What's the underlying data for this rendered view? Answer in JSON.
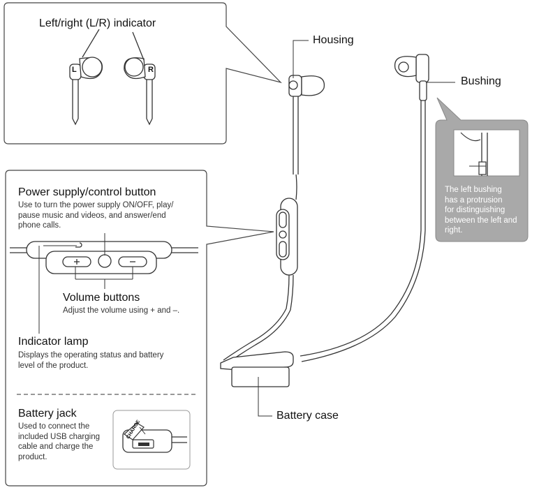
{
  "panels": {
    "lr_indicator": {
      "title": "Left/right (L/R) indicator",
      "left_mark": "L",
      "right_mark": "R"
    },
    "controls": {
      "power_title": "Power supply/control button",
      "power_desc": "Use to turn the power supply ON/OFF, play/\npause music and videos, and answer/end\nphone calls.",
      "volume_title": "Volume buttons",
      "volume_desc": "Adjust the volume using + and –.",
      "lamp_title": "Indicator lamp",
      "lamp_desc": "Displays the operating status and battery\nlevel of the product.",
      "battery_title": "Battery jack",
      "battery_desc": "Used to connect the\nincluded USB charging\ncable and charge the\nproduct.",
      "charge_tag": "CHARGE"
    },
    "bushing_note": {
      "text": "The left bushing\nhas a protrusion\nfor distinguishing\nbetween the left and\nright."
    }
  },
  "callouts": {
    "housing": "Housing",
    "bushing": "Bushing",
    "battery_case": "Battery case"
  },
  "colors": {
    "outline": "#333333",
    "panel_border": "#444444",
    "note_fill": "#a9a9a9",
    "dashed": "#777777"
  }
}
